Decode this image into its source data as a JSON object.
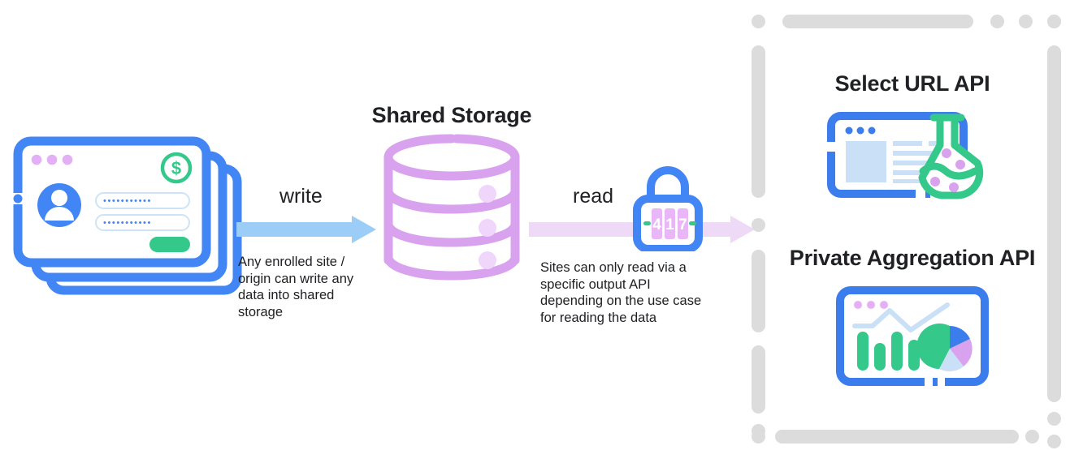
{
  "diagram": {
    "type": "flow-diagram",
    "title_center": "Shared Storage",
    "flow": [
      {
        "id": "sites",
        "icon": "browser-windows-stack-icon",
        "role": "source"
      },
      {
        "id": "write",
        "label": "write",
        "caption": "Any enrolled site / origin can write any data into shared storage",
        "caption_lines": [
          "Any enrolled site /",
          "origin can write any",
          "data into shared",
          "storage"
        ],
        "arrow_color": "#9CCDF7",
        "direction": "right"
      },
      {
        "id": "shared-storage",
        "label": "Shared Storage",
        "icon": "database-cylinder-icon",
        "color": "#D9A2EF"
      },
      {
        "id": "read",
        "label": "read",
        "caption": "Sites can only read via a specific output API depending on the use case for reading the data",
        "caption_lines": [
          "Sites can only read via a",
          "specific output API",
          "depending on the use case",
          "for reading the data"
        ],
        "arrow_color": "#EEDAF7",
        "direction": "right",
        "gate_icon": "combination-lock-icon",
        "gate_digits": [
          "4",
          "1",
          "7"
        ]
      }
    ],
    "output_apis": {
      "panel_border_color": "#DCDCDC",
      "cards": [
        {
          "title": "Select URL API",
          "icon": "browser-flask-icon"
        },
        {
          "title": "Private Aggregation API",
          "icon": "browser-charts-icon"
        }
      ]
    },
    "colors": {
      "blue": "#4285F4",
      "blue_mid": "#3B7DEC",
      "green": "#34C98A",
      "purple": "#D9A2EF",
      "purple_dot": "#E4B0F5",
      "light_blue": "#9CCDF7",
      "light_pink": "#EEDAF7",
      "pale_blue_fill": "#C9E0F6",
      "gray_dash": "#DCDCDC",
      "text": "#202124"
    }
  }
}
